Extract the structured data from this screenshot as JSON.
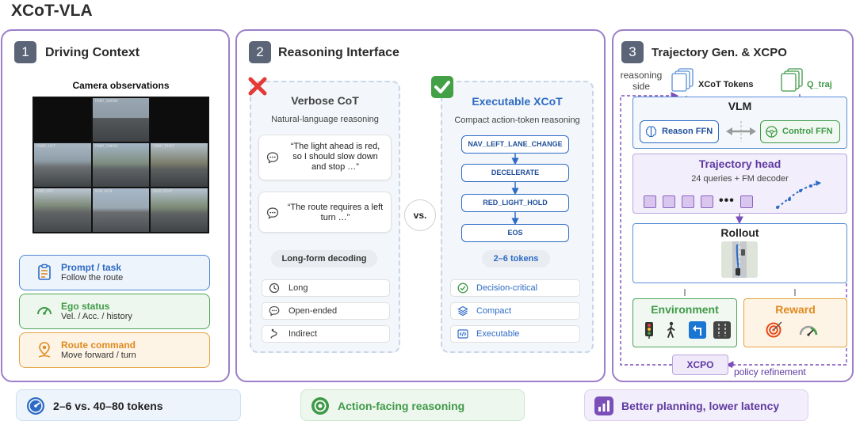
{
  "title": "XCoT-VLA",
  "panel1": {
    "number": "1",
    "title": "Driving Context",
    "camera_title": "Camera observations",
    "cameras": [
      "FRONT_NARROW",
      "FRONT_LEFT",
      "FRONT_PANOVE",
      "FRONT_RIGHT",
      "REAR_LEFT",
      "REAR_MAIN",
      "REAR_RIGHT"
    ],
    "prompt": {
      "title": "Prompt / task",
      "text": "Follow the route",
      "icon": "clipboard-icon"
    },
    "ego": {
      "title": "Ego status",
      "text": "Vel. / Acc. / history",
      "icon": "speedometer-icon"
    },
    "route": {
      "title": "Route command",
      "text": "Move forward / turn",
      "icon": "route-pin-icon"
    }
  },
  "panel2": {
    "number": "2",
    "title": "Reasoning Interface",
    "verbose": {
      "title": "Verbose CoT",
      "subtitle": "Natural-language reasoning",
      "bubble1": "“The light ahead is red, so I should slow down and stop …”",
      "bubble2": "“The route requires a left turn …”",
      "pill": "Long-form decoding",
      "items": [
        "Long",
        "Open-ended",
        "Indirect"
      ]
    },
    "vs": "vs.",
    "executable": {
      "title": "Executable XCoT",
      "subtitle": "Compact action-token reasoning",
      "tokens": [
        "NAV_LEFT_LANE_CHANGE",
        "DECELERATE",
        "RED_LIGHT_HOLD",
        "EOS"
      ],
      "pill": "2–6 tokens",
      "items": [
        "Decision-critical",
        "Compact",
        "Executable"
      ]
    }
  },
  "panel3": {
    "number": "3",
    "title": "Trajectory Gen. & XCPO",
    "reasoning_side": "reasoning side",
    "xcot_tokens": "XCoT Tokens",
    "q_traj": "Q_traj",
    "vlm": "VLM",
    "reason_ffn": "Reason FFN",
    "control_ffn": "Control FFN",
    "traj_head": "Trajectory head",
    "traj_sub": "24 queries + FM decoder",
    "rollout": "Rollout",
    "environment": "Environment",
    "reward": "Reward",
    "xcpo": "XCPO",
    "policy": "policy refinement"
  },
  "bottom": [
    {
      "text": "2–6 vs. 40–80 tokens",
      "icon": "speed-gauge-icon"
    },
    {
      "text": "Action-facing reasoning",
      "icon": "target-icon"
    },
    {
      "text": "Better planning, lower latency",
      "icon": "bar-chart-icon"
    }
  ],
  "colors": {
    "panel_border": "#9d7fc9",
    "blue": "#2d6bc4",
    "green": "#3f9a48",
    "orange": "#e08a1e",
    "purple": "#7b4fb8",
    "red_x": "#e53935",
    "green_check": "#43a047"
  }
}
